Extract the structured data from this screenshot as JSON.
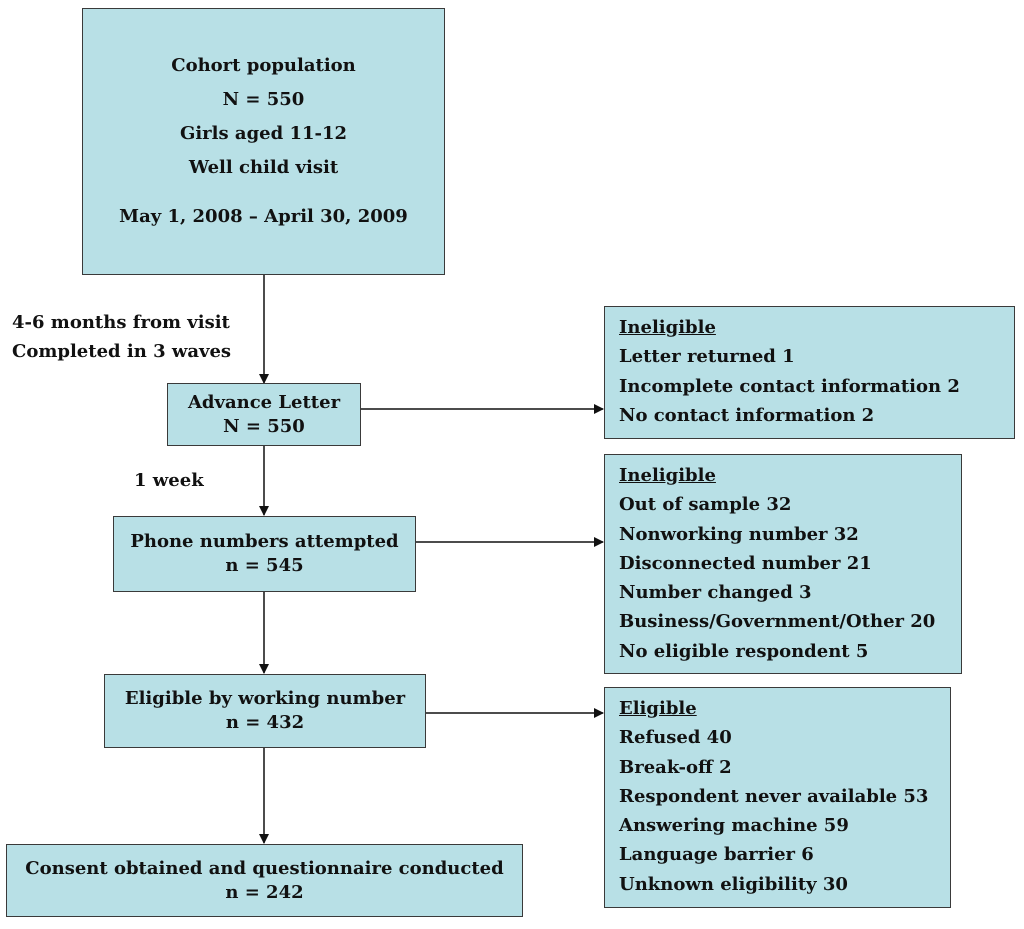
{
  "cohort": {
    "title": "Cohort population",
    "n": "N = 550",
    "group": "Girls aged 11-12",
    "visit": "Well child visit",
    "period": "May 1, 2008 – April 30, 2009"
  },
  "timing_label": [
    "4-6 months from visit",
    "Completed in 3 waves"
  ],
  "advance": {
    "title": "Advance Letter",
    "n": "N = 550"
  },
  "week_label": "1 week",
  "phone": {
    "title": "Phone numbers attempted",
    "n": "n = 545"
  },
  "eligible_working": {
    "title": "Eligible by working number",
    "n": "n = 432"
  },
  "consent": {
    "title": "Consent obtained and questionnaire conducted",
    "n": "n = 242"
  },
  "ineligible1": {
    "heading": "Ineligible",
    "items": [
      "Letter returned 1",
      "Incomplete contact information  2",
      "No contact information  2"
    ]
  },
  "ineligible2": {
    "heading": "Ineligible",
    "items": [
      "Out of sample 32",
      "Nonworking number 32",
      "Disconnected number  21",
      "Number changed 3",
      "Business/Government/Other 20",
      "No eligible respondent 5"
    ]
  },
  "eligible": {
    "heading": "Eligible",
    "items": [
      "Refused 40",
      "Break-off 2",
      "Respondent never available 53",
      "Answering machine 59",
      "Language barrier 6",
      "Unknown eligibility 30"
    ]
  }
}
